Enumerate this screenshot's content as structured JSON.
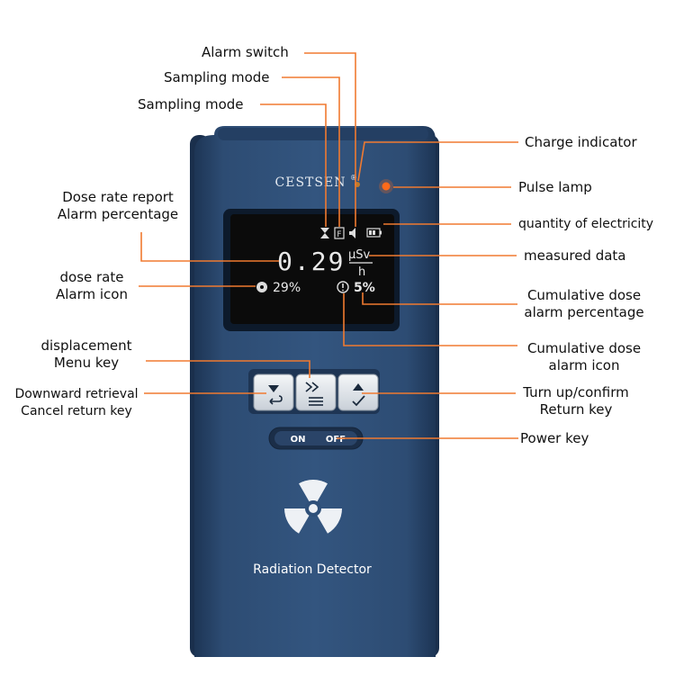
{
  "device": {
    "brand": "CESTSEN",
    "brand_mark": "®",
    "name": "Radiation Detector",
    "display": {
      "dose_value": "0.29",
      "unit_top": "μSv",
      "unit_bottom": "h",
      "rate_alarm_percent": "29%",
      "cumulative_alarm_percent": "5%"
    },
    "keys": {
      "on_label": "ON",
      "off_label": "OFF"
    }
  },
  "labels": {
    "alarm_switch": "Alarm switch",
    "sampling_mode_1": "Sampling mode",
    "sampling_mode_2": "Sampling mode",
    "charge_indicator": "Charge indicator",
    "pulse_lamp": "Pulse lamp",
    "quantity_of_electricity": "quantity of electricity",
    "measured_data": "measured data",
    "dose_rate_report_l1": "Dose rate report",
    "dose_rate_report_l2": "Alarm percentage",
    "dose_rate_alarm_l1": "dose rate",
    "dose_rate_alarm_l2": "Alarm icon",
    "cumulative_pct_l1": "Cumulative dose",
    "cumulative_pct_l2": "alarm percentage",
    "cumulative_icon_l1": "Cumulative dose",
    "cumulative_icon_l2": "alarm icon",
    "displacement_l1": "displacement",
    "displacement_l2": "Menu key",
    "downward_l1": "Downward retrieval",
    "downward_l2": "Cancel return key",
    "turnup_l1": "Turn up/confirm",
    "turnup_l2": "Return key",
    "power_key": "Power key"
  },
  "colors": {
    "leader": "#f07a30",
    "body": "#2b4a70",
    "body_dark": "#1f3858",
    "screen_bg": "#0b0b0b",
    "screen_text": "#e8e8e8",
    "pulse_lamp": "#ff6a1a"
  }
}
